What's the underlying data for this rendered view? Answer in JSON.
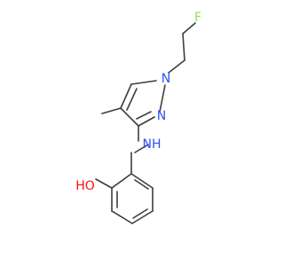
{
  "colors": {
    "bond": "#3d3d3d",
    "nitrogen": "#3050f8",
    "oxygen": "#ff0d0d",
    "fluorine": "#90e050"
  },
  "labels": {
    "fluorine": "F",
    "n1": "N",
    "n2": "N",
    "amine": "NH",
    "hydroxyl": "HO"
  }
}
